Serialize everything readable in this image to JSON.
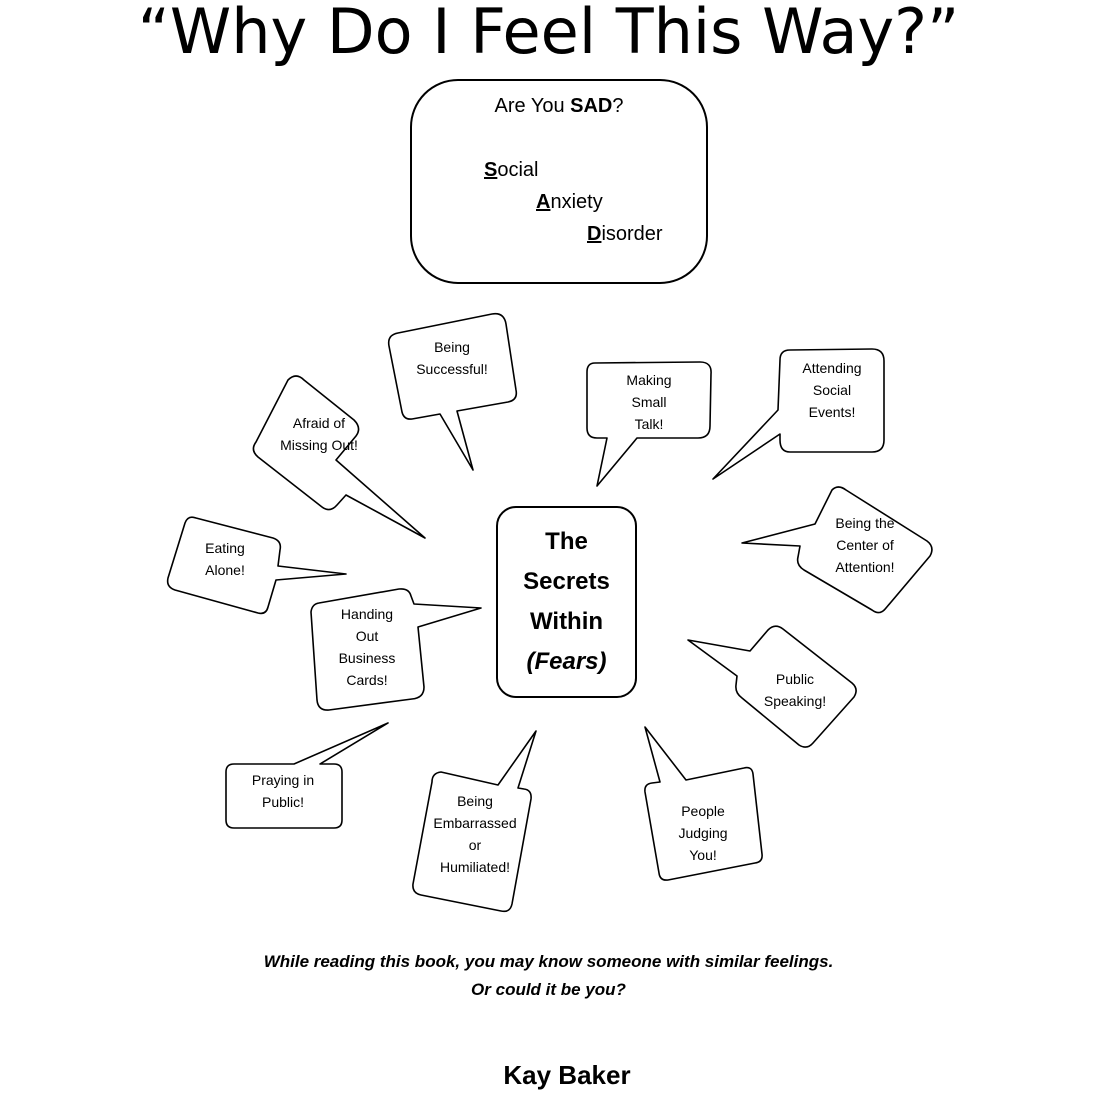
{
  "title": "“Why Do I Feel This Way?”",
  "sad_box": {
    "question_prefix": "Are You ",
    "question_bold": "SAD",
    "question_suffix": "?",
    "lines": [
      {
        "lead": "S",
        "rest": "ocial"
      },
      {
        "lead": "A",
        "rest": "nxiety"
      },
      {
        "lead": "D",
        "rest": "isorder"
      }
    ]
  },
  "center": {
    "line1": "The",
    "line2": "Secrets",
    "line3": "Within",
    "line4": "(Fears)"
  },
  "bubbles": {
    "being_successful": [
      "Being",
      "Successful!"
    ],
    "afraid_missing_out": [
      "Afraid of",
      "Missing Out!"
    ],
    "making_small_talk": [
      "Making",
      "Small",
      "Talk!"
    ],
    "attending_social_events": [
      "Attending",
      "Social",
      "Events!"
    ],
    "eating_alone": [
      "Eating",
      "Alone!"
    ],
    "handing_out_cards": [
      "Handing",
      "Out",
      "Business",
      "Cards!"
    ],
    "center_of_attention": [
      "Being the",
      "Center of",
      "Attention!"
    ],
    "public_speaking": [
      "Public",
      "Speaking!"
    ],
    "praying_in_public": [
      "Praying in",
      "Public!"
    ],
    "being_embarrassed": [
      "Being",
      "Embarrassed",
      "or",
      "Humiliated!"
    ],
    "people_judging": [
      "People",
      "Judging",
      "You!"
    ]
  },
  "tagline": {
    "line1": "While reading this book, you may know someone with similar feelings.",
    "line2": "Or could it be you?"
  },
  "author": "Kay Baker"
}
